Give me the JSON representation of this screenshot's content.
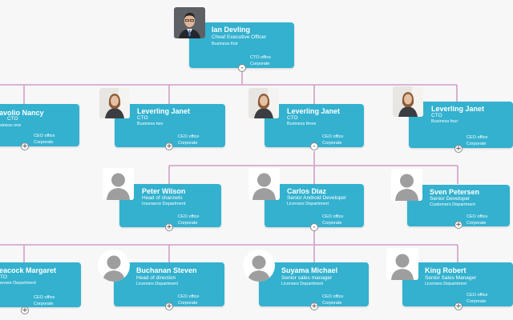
{
  "nodes": {
    "ceo": {
      "name": "Ian Devling",
      "position": "Cheaf Executive Officer",
      "dept": "Business first",
      "office": "CTO office",
      "corp": "Corporate",
      "toggle": "-",
      "avatar": "man-photo-icon"
    },
    "cto1": {
      "name": "avolio Nancy",
      "position": "CTO",
      "dept": "siness one",
      "office": "CEO office",
      "corp": "Corporate",
      "toggle": "+",
      "avatar": ""
    },
    "cto2": {
      "name": "Leverling Janet",
      "position": "CTO",
      "dept": "Business two",
      "office": "CEO office",
      "corp": "Corporate",
      "toggle": "+",
      "avatar": "woman-photo-icon"
    },
    "cto3": {
      "name": "Leverling Janet",
      "position": "CTO",
      "dept": "Business three",
      "office": "CEO office",
      "corp": "Corporate",
      "toggle": "-",
      "avatar": "woman-photo-icon"
    },
    "cto4": {
      "name": "Leverling Janet",
      "position": "CTO",
      "dept": "Business four",
      "office": "CEO office",
      "corp": "Corporate",
      "toggle": "+",
      "avatar": "woman-photo-icon"
    },
    "peter": {
      "name": "Peter Wilson",
      "position": "Head of channels",
      "dept": "Insurance Department",
      "office": "CEO office",
      "corp": "Corporate",
      "toggle": "+",
      "avatar": "person-silhouette-icon"
    },
    "carlos": {
      "name": "Carlos Diaz",
      "position": "Senior Android Developer",
      "dept": "Licenses Department",
      "office": "CEO office",
      "corp": "Corporate",
      "toggle": "-",
      "avatar": "person-silhouette-icon"
    },
    "sven": {
      "name": "Sven Petersen",
      "position": "Senior Developer",
      "dept": "Customers Department",
      "office": "CEO office",
      "corp": "Corporate",
      "toggle": "+",
      "avatar": "person-silhouette-icon"
    },
    "peacock": {
      "name": "eacock Margaret",
      "position": "TO",
      "dept": "enses Department",
      "office": "CEO office",
      "corp": "Corporate",
      "toggle": "+",
      "avatar": ""
    },
    "buchanan": {
      "name": "Buchanan Steven",
      "position": "Head of direction",
      "dept": "Licenses Department",
      "office": "CEO office",
      "corp": "Corporate",
      "toggle": "+",
      "avatar": "person-silhouette-icon"
    },
    "suyama": {
      "name": "Suyama Michael",
      "position": "Senior sales manager",
      "dept": "Licenses Department",
      "office": "CEO office",
      "corp": "Corporate",
      "toggle": "+",
      "avatar": "person-silhouette-icon"
    },
    "king": {
      "name": "King Robert",
      "position": "Senior Sales Manager",
      "dept": "Licenses Department",
      "office": "CEO office",
      "corp": "Corporate",
      "toggle": "+",
      "avatar": "person-silhouette-icon"
    }
  },
  "colors": {
    "node": "#33b1cf",
    "link": "#d7a8c9",
    "background": "#f7f7f8"
  }
}
